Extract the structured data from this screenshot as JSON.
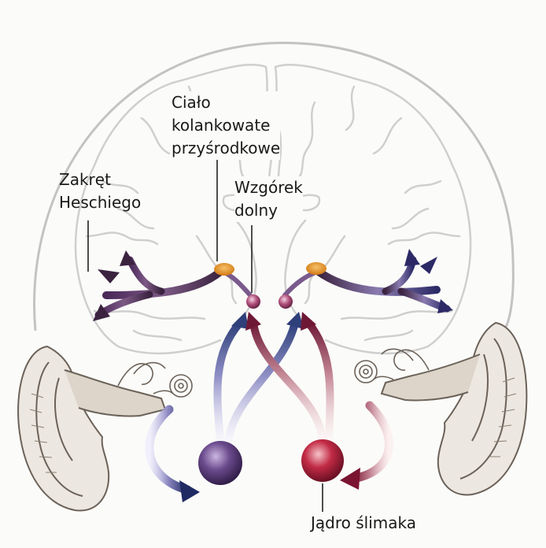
{
  "labels": {
    "heschl": {
      "lines": [
        "Zakręt",
        "Heschiego"
      ]
    },
    "mgb": {
      "lines": [
        "Ciało",
        "kolankowate",
        "przyśrodkowe"
      ]
    },
    "ic": {
      "lines": [
        "Wzgórek",
        "dolny"
      ]
    },
    "cochlear": {
      "lines": [
        "Jądro ślimaka"
      ]
    }
  },
  "colors": {
    "brain_outline": "#c3c3c3",
    "sulci": "#cfcfcf",
    "mgb_orange": "#e69526",
    "nucleus_purple": "#5c3a78",
    "nucleus_red": "#b3223a",
    "ic_dot": "#a0476a",
    "pathway_blue": "#3f4a84",
    "pathway_red": "#7a1f3d",
    "ear_sketch": "#6b6259"
  }
}
